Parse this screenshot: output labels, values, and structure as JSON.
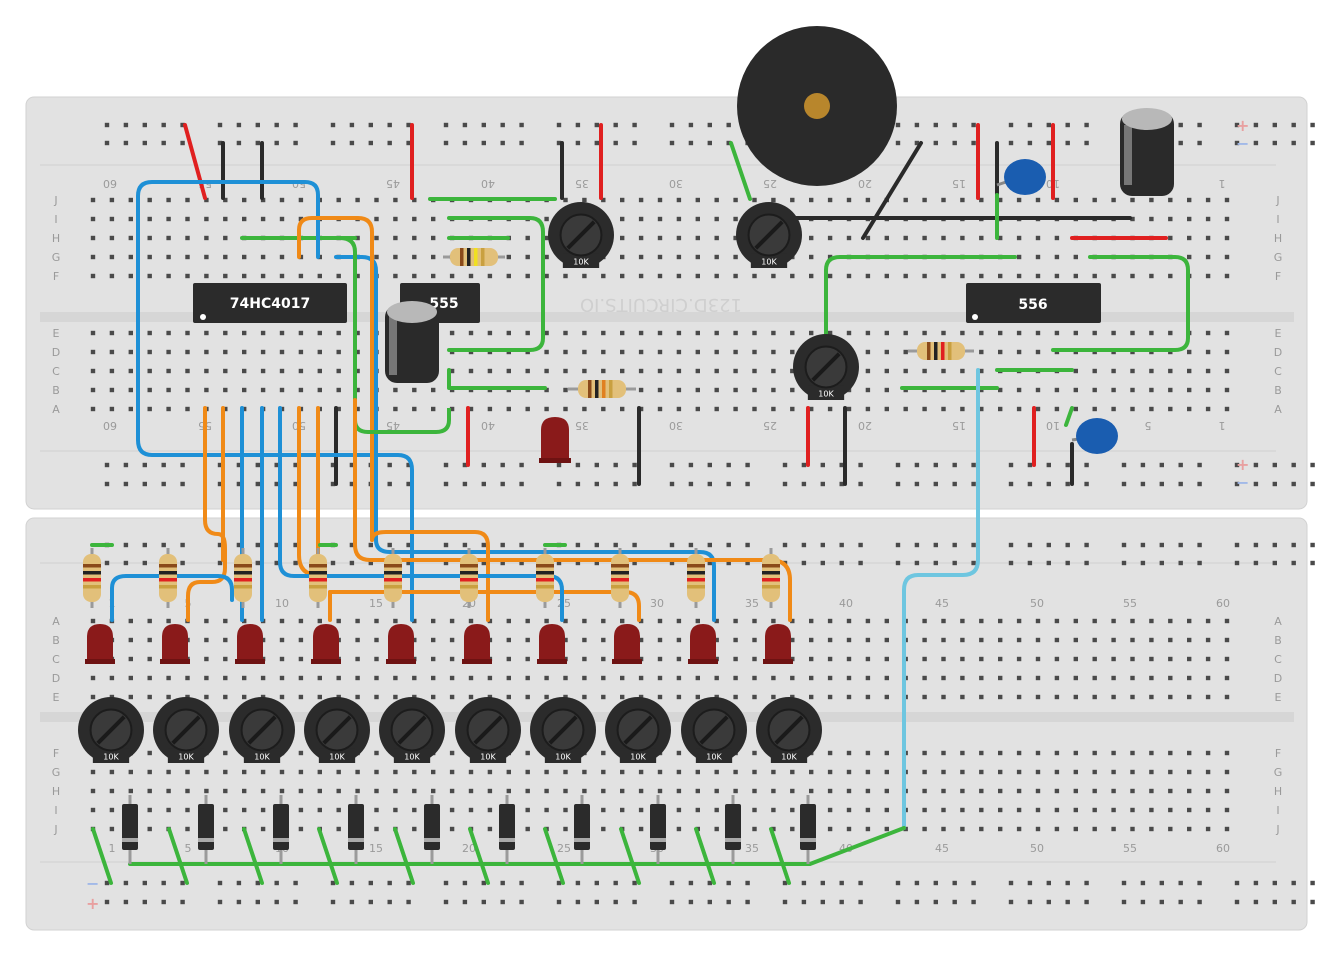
{
  "watermark": "123D.CIRCUITS.IO",
  "rows_top": [
    "J",
    "I",
    "H",
    "G",
    "F",
    "E",
    "D",
    "C",
    "B",
    "A"
  ],
  "rows_bottom": [
    "A",
    "B",
    "C",
    "D",
    "E",
    "F",
    "G",
    "H",
    "I",
    "J"
  ],
  "cols_top": [
    "60",
    "55",
    "50",
    "45",
    "40",
    "35",
    "30",
    "25",
    "20",
    "15",
    "10",
    "5",
    "1"
  ],
  "cols_bottom": [
    "1",
    "5",
    "10",
    "15",
    "20",
    "25",
    "30",
    "35",
    "40",
    "45",
    "50",
    "55",
    "60"
  ],
  "rail_plus": "+",
  "rail_minus": "−",
  "chips": {
    "counter": "74HC4017",
    "timer": "555",
    "dual_timer": "556"
  },
  "pot_label": "10K",
  "colors": {
    "board": "#e2e2e2",
    "hole": "#4a4a4a",
    "wire_blue": "#1e90d6",
    "wire_orange": "#f08a17",
    "wire_green": "#3cb53c",
    "wire_red": "#e02020",
    "wire_black": "#2a2a2a",
    "wire_lightblue": "#6ec6e0",
    "led": "#8a1a1a",
    "chip": "#2b2b2b",
    "rail_plus": "#e8a0a0",
    "rail_minus": "#a0b8e8"
  }
}
